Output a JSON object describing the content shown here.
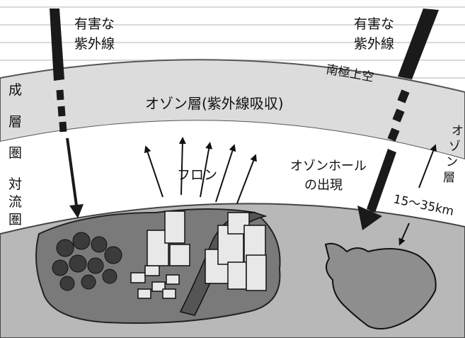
{
  "colors": {
    "background": "#ffffff",
    "grid_lines": "#d9d9d9",
    "stratosphere_band": "#dcdcdc",
    "ozone_band": "#d2d2d2",
    "earth_surface": "#b8b8b8",
    "ground_patch": "#7a7a7a",
    "antarctica": "#8e8e8e",
    "beam": "#1a1a1a",
    "text": "#111111"
  },
  "labels": {
    "uv_left_line1": "有害な",
    "uv_left_line2": "紫外線",
    "uv_right_line1": "有害な",
    "uv_right_line2": "紫外線",
    "antarctic_sky": "南極上空",
    "ozone_layer": "オゾン層(紫外線吸収)",
    "stratosphere": [
      "成",
      "層",
      "圏"
    ],
    "troposphere": [
      "対",
      "流",
      "圏"
    ],
    "cfc": "フロン",
    "ozone_hole_line1": "オゾンホール",
    "ozone_hole_line2": "の出現",
    "ozone_layer_side": [
      "オ",
      "ゾ",
      "ン",
      "層"
    ],
    "altitude_range": "15〜35km"
  },
  "icons": [
    "uv-beam-left-icon",
    "uv-beam-right-icon",
    "cfc-arrow-icon",
    "forest-icon",
    "house-icon",
    "building-icon",
    "road-icon",
    "antarctica-icon",
    "altitude-arrow-icon"
  ]
}
